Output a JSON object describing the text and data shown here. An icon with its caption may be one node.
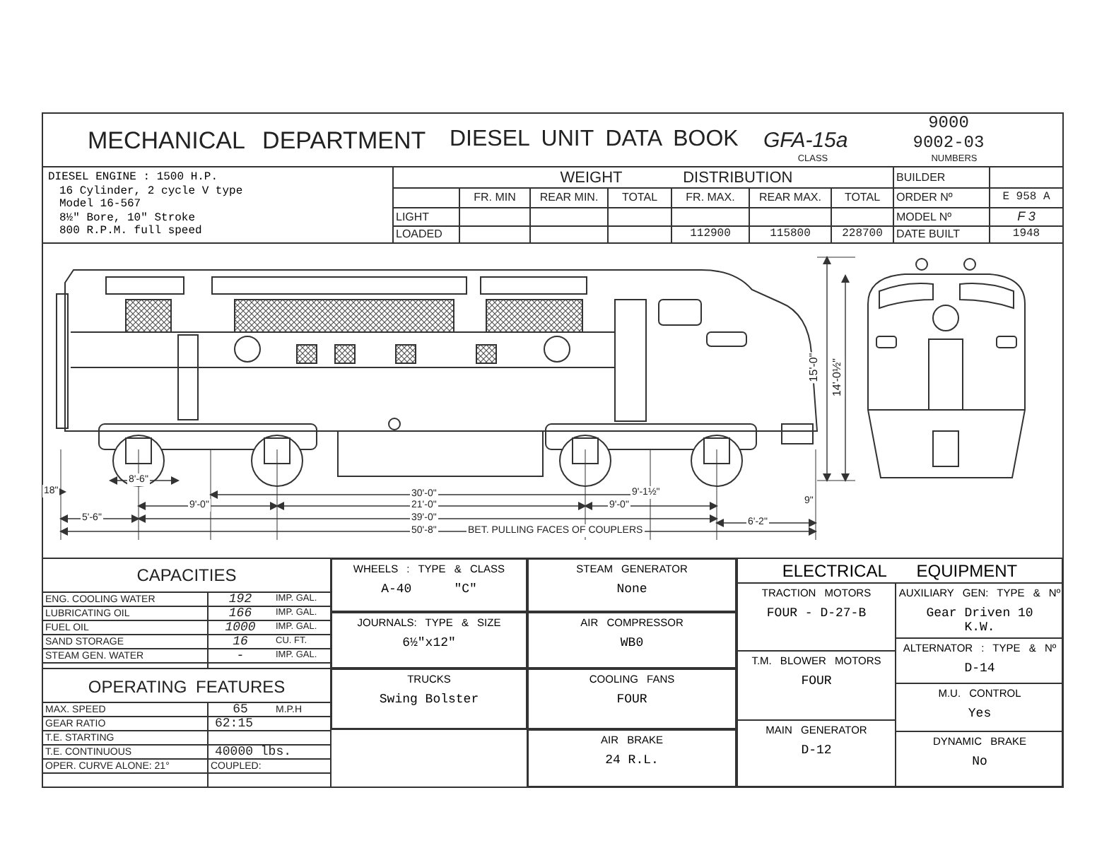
{
  "diagram": {
    "nodes": [
      {
        "text": [
          "DIESEL ENGINE : 1500 H.P.",
          "16 Cylinder, 2 cycle V type",
          "Model 16-567",
          "8½\" Bore, 10\" Stroke",
          "800 R.P.M. full speed"
        ]
      },
      {
        "text": [
          "WHEELS : TYPE & CLASS",
          "A-40",
          "\"C\""
        ]
      },
      {
        "text": [
          "JOURNALS: TYPE & SIZE",
          "6½\"x12\""
        ]
      },
      {
        "text": [
          "TRUCKS",
          "Swing Bolster"
        ]
      },
      {
        "text": [
          "STEAM GENERATOR",
          "None"
        ]
      },
      {
        "text": [
          "AIR COMPRESSOR",
          "WB0"
        ]
      },
      {
        "text": [
          "COOLING FANS",
          "FOUR"
        ]
      },
      {
        "text": [
          "AIR BRAKE",
          "24 R.L."
        ]
      },
      {
        "text": [
          "ELECTRICAL EQUIPMENT"
        ]
      },
      {
        "text": [
          "TRACTION MOTORS",
          "FOUR - D-27-B"
        ],
        "in": 8
      },
      {
        "text": [
          "T.M. BLOWER MOTORS",
          "FOUR"
        ],
        "in": 8
      },
      {
        "text": [
          "MAIN GENERATOR",
          "D-12"
        ],
        "in": 8
      },
      {
        "text": [
          "AUXILIARY GEN: TYPE & Nº",
          "Gear Driven 10 K.W."
        ],
        "in": 8
      },
      {
        "text": [
          "ALTERNATOR : TYPE & Nº",
          "D-14"
        ],
        "in": 8
      },
      {
        "text": [
          "M.U. CONTROL",
          "Yes"
        ],
        "in": 8
      },
      {
        "text": [
          "DYNAMIC BRAKE",
          "No"
        ],
        "in": 8
      }
    ],
    "labels": [
      "MECHANICAL DEPARTMENT",
      "DIESEL UNIT DATA BOOK",
      "GFA-15a",
      "9000",
      "9002-03",
      "CLASS",
      "NUMBERS",
      "WEIGHT DISTRIBUTION",
      "FR. MIN",
      "REAR MIN.",
      "TOTAL",
      "FR. MAX.",
      "REAR MAX.",
      "TOTAL",
      "LIGHT",
      "LOADED",
      "112900",
      "115800",
      "228700",
      "BUILDER",
      "ORDER Nº",
      "E 958 A",
      "MODEL Nº",
      "F 3",
      "DATE BUILT",
      "1948",
      "18\"",
      "8'-6\"",
      "9'-0\"",
      "30'-0\"",
      "9'-1½\"",
      "21'-0\"",
      "9'-0\"",
      "9\"",
      "5'-6\"",
      "39'-0\"",
      "6'-2\"",
      "50'-8\"",
      "BET. PULLING FACES OF COUPLERS",
      "15'-0\"",
      "14'-0½\"",
      "CAPACITIES",
      "ENG. COOLING WATER",
      "192",
      "IMP. GAL.",
      "LUBRICATING OIL",
      "166",
      "IMP. GAL.",
      "FUEL OIL",
      "1000",
      "IMP. GAL.",
      "SAND STORAGE",
      "16",
      "CU. FT.",
      "STEAM GEN. WATER",
      "-",
      "IMP. GAL.",
      "OPERATING FEATURES",
      "MAX. SPEED",
      "65",
      "M.P.H",
      "GEAR RATIO",
      "62:15",
      "T.E. STARTING",
      "T.E. CONTINUOUS",
      "40000 lbs.",
      "OPER. CURVE ALONE: 21°",
      "COUPLED:"
    ]
  }
}
